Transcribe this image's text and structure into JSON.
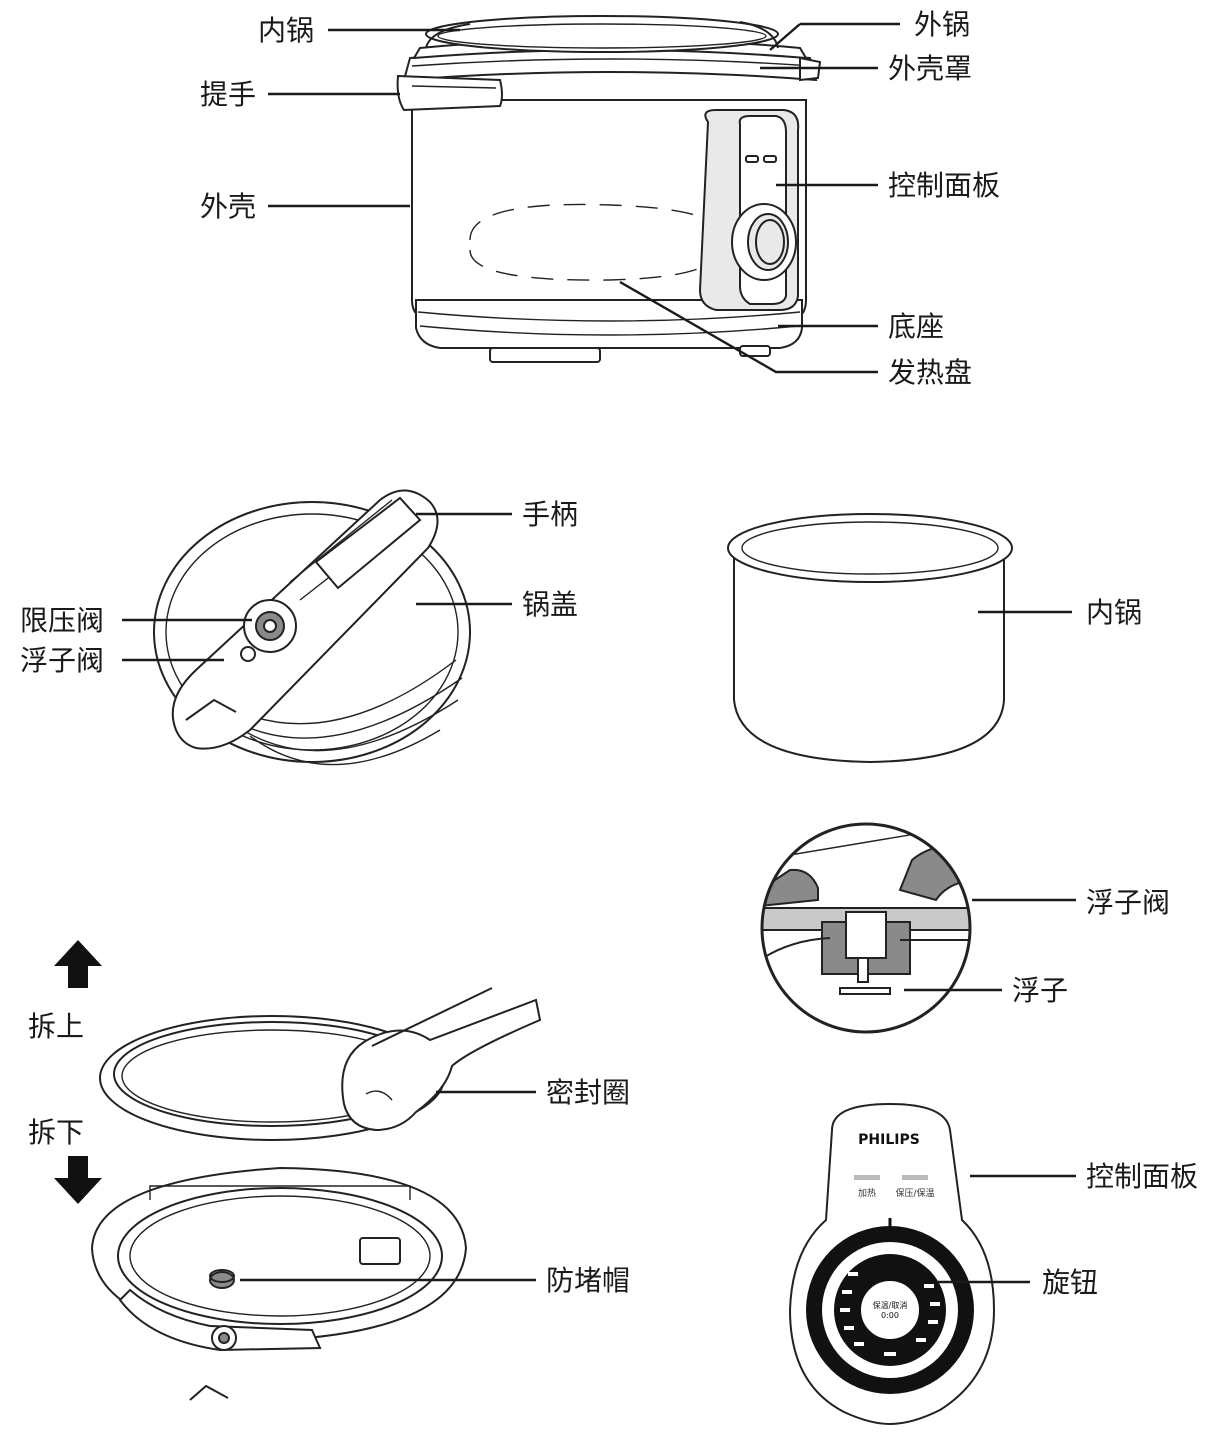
{
  "cooker_labels": {
    "inner_pot": "内锅",
    "outer_pot": "外锅",
    "outer_cover": "外壳罩",
    "handle_grip": "提手",
    "shell": "外壳",
    "control_panel": "控制面板",
    "base": "底座",
    "heating_plate": "发热盘"
  },
  "lid_labels": {
    "lid_handle": "手柄",
    "lid": "锅盖",
    "pressure_valve": "限压阀",
    "float_valve": "浮子阀"
  },
  "inner_pot_label": "内锅",
  "seal_labels": {
    "remove_up": "拆上",
    "remove_down": "拆下",
    "seal_ring": "密封圈",
    "anti_block_cap": "防堵帽"
  },
  "float_detail_labels": {
    "float_valve": "浮子阀",
    "float": "浮子"
  },
  "panel_labels": {
    "control_panel": "控制面板",
    "knob": "旋钮"
  },
  "panel_face": {
    "brand": "PHILIPS",
    "indicator_heat": "加热",
    "indicator_keep": "保压/保温",
    "knob_center_line1": "保温/取消",
    "knob_center_line2": "0:00"
  },
  "arrow_up_icon": "arrow-up-icon",
  "arrow_down_icon": "arrow-down-icon"
}
